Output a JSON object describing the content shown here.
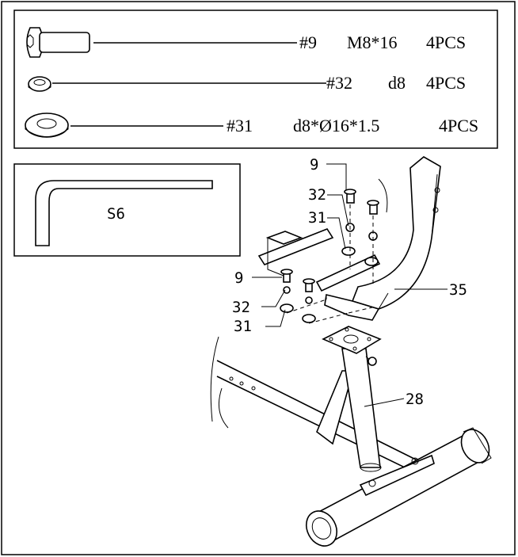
{
  "hardware": [
    {
      "part_no": "#9",
      "spec": "M8*16",
      "qty": "4PCS"
    },
    {
      "part_no": "#32",
      "spec": "d8",
      "qty": "4PCS"
    },
    {
      "part_no": "#31",
      "spec": "d8*Ø16*1.5",
      "qty": "4PCS"
    }
  ],
  "tool": {
    "label": "S6"
  },
  "callouts": {
    "upper_bolt": "9",
    "upper_washer": "32",
    "upper_flat": "31",
    "lower_bolt": "9",
    "lower_washer": "32",
    "lower_flat": "31",
    "handlebar": "35",
    "post": "28"
  }
}
